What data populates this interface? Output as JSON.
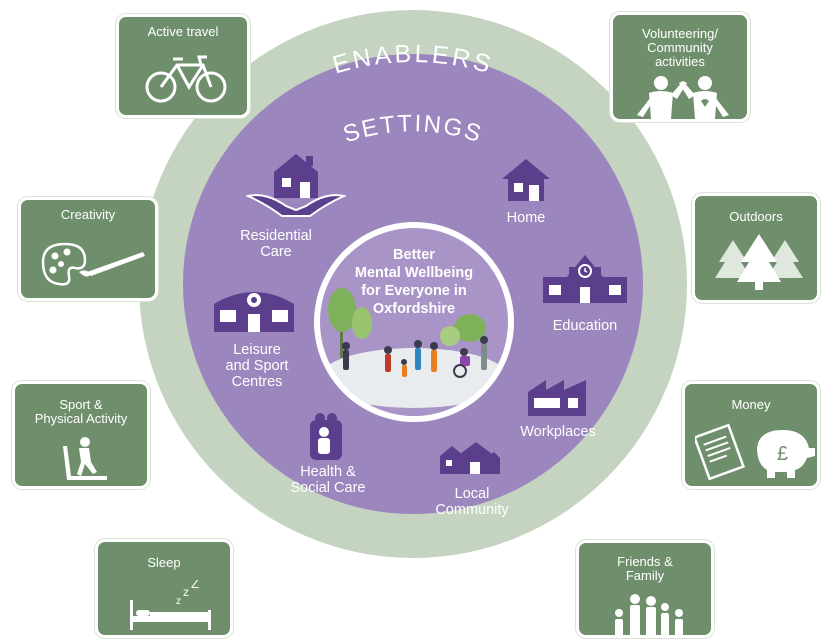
{
  "diagram": {
    "outer_heading": "ENABLERS",
    "inner_heading": "SETTINGS",
    "center_title": "Better\nMental Wellbeing\nfor Everyone in\nOxfordshire",
    "colors": {
      "enabler_green": "#6f8f6c",
      "ring_green": "#c4d4c0",
      "settings_purple": "#9b86bd",
      "icon_purple": "#5b3f8c"
    }
  },
  "enablers": {
    "active_travel": {
      "label": "Active travel",
      "icon": "bicycle-icon"
    },
    "volunteering": {
      "label": "Volunteering/\nCommunity\nactivities",
      "icon": "people-helping-icon"
    },
    "creativity": {
      "label": "Creativity",
      "icon": "paint-palette-icon"
    },
    "outdoors": {
      "label": "Outdoors",
      "icon": "trees-icon"
    },
    "sport": {
      "label": "Sport &\nPhysical Activity",
      "icon": "treadmill-icon"
    },
    "money": {
      "label": "Money",
      "icon": "piggy-bank-icon"
    },
    "sleep": {
      "label": "Sleep",
      "icon": "bed-icon"
    },
    "friends": {
      "label": "Friends &\nFamily",
      "icon": "family-icon"
    }
  },
  "settings": {
    "residential_care": {
      "label": "Residential\nCare",
      "icon": "house-in-hands-icon"
    },
    "home": {
      "label": "Home",
      "icon": "house-icon"
    },
    "education": {
      "label": "Education",
      "icon": "school-icon"
    },
    "leisure": {
      "label": "Leisure\nand Sport\nCentres",
      "icon": "leisure-centre-icon"
    },
    "workplaces": {
      "label": "Workplaces",
      "icon": "factory-icon"
    },
    "health": {
      "label": "Health &\nSocial Care",
      "icon": "health-care-icon"
    },
    "local_community": {
      "label": "Local\nCommunity",
      "icon": "houses-icon"
    }
  }
}
